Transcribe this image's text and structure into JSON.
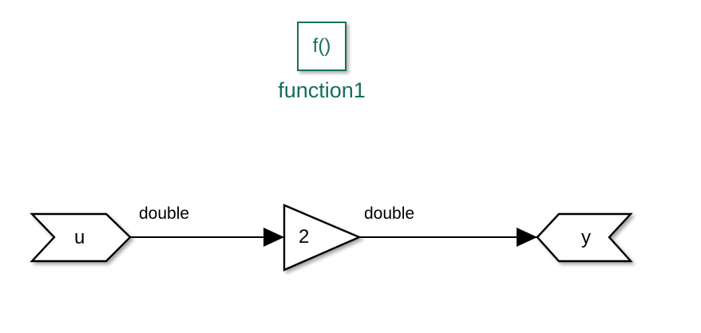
{
  "diagram": {
    "type": "simulink-block-diagram",
    "background_color": "#ffffff",
    "accent_color": "#156f5e",
    "line_color": "#000000"
  },
  "function_block": {
    "glyph": "f()",
    "glyph_icon_name": "function-icon",
    "label": "function1",
    "color": "#156f5e"
  },
  "blocks": {
    "inport": {
      "label": "u",
      "shape": "inport-chevron"
    },
    "gain": {
      "label": "2",
      "shape": "gain-triangle"
    },
    "outport": {
      "label": "y",
      "shape": "outport-flag"
    }
  },
  "signals": [
    {
      "label": "double",
      "from": "inport",
      "to": "gain"
    },
    {
      "label": "double",
      "from": "gain",
      "to": "outport"
    }
  ]
}
